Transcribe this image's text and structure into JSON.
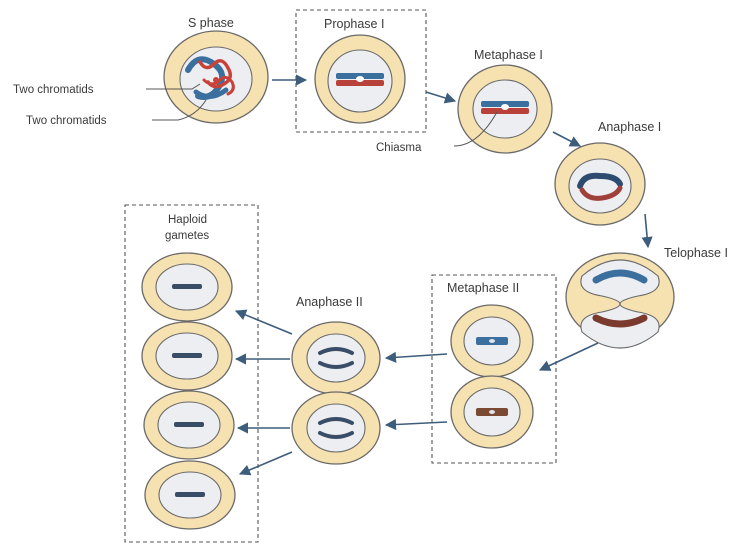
{
  "labels": {
    "s_phase": "S phase",
    "two_chromatids_a": "Two chromatids",
    "two_chromatids_b": "Two chromatids",
    "prophase_1": "Prophase I",
    "metaphase_1": "Metaphase I",
    "chiasma": "Chiasma",
    "anaphase_1": "Anaphase I",
    "telophase_1": "Telophase I",
    "metaphase_2": "Metaphase II",
    "anaphase_2": "Anaphase II",
    "haploid_line1": "Haploid",
    "haploid_line2": "gametes"
  },
  "colors": {
    "cell_outer": "#f6e1b0",
    "cell_inner": "#eceef2",
    "chromatid_blue": "#3b6f9e",
    "chromatid_red": "#b8413a",
    "chromatid_brown": "#7a4a32",
    "arrow": "#3d5d7c"
  }
}
